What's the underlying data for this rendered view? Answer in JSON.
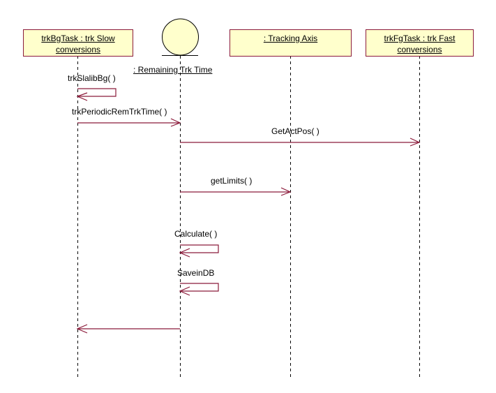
{
  "objects": [
    {
      "name": "trkBgTask : trk Slow\nconversions"
    },
    {
      "name": ": Remaining Trk Time",
      "kind": "entity"
    },
    {
      "name": ": Tracking  Axis"
    },
    {
      "name": "trkFgTask : trk Fast\nconversions"
    }
  ],
  "messages": [
    {
      "label": "trkSlalibBg( )",
      "from": 0,
      "to": 0
    },
    {
      "label": "trkPeriodicRemTrkTime( )",
      "from": 0,
      "to": 1
    },
    {
      "label": "GetActPos( )",
      "from": 1,
      "to": 3
    },
    {
      "label": "getLimits( )",
      "from": 1,
      "to": 2
    },
    {
      "label": "Calculate( )",
      "from": 1,
      "to": 1
    },
    {
      "label": "SaveinDB",
      "from": 1,
      "to": 1
    },
    {
      "label": "",
      "from": 1,
      "to": 0
    }
  ],
  "colors": {
    "box_fill": "#ffffcc",
    "box_border": "#8b1a3a",
    "message": "#8b1a3a",
    "lifeline": "#000000"
  }
}
